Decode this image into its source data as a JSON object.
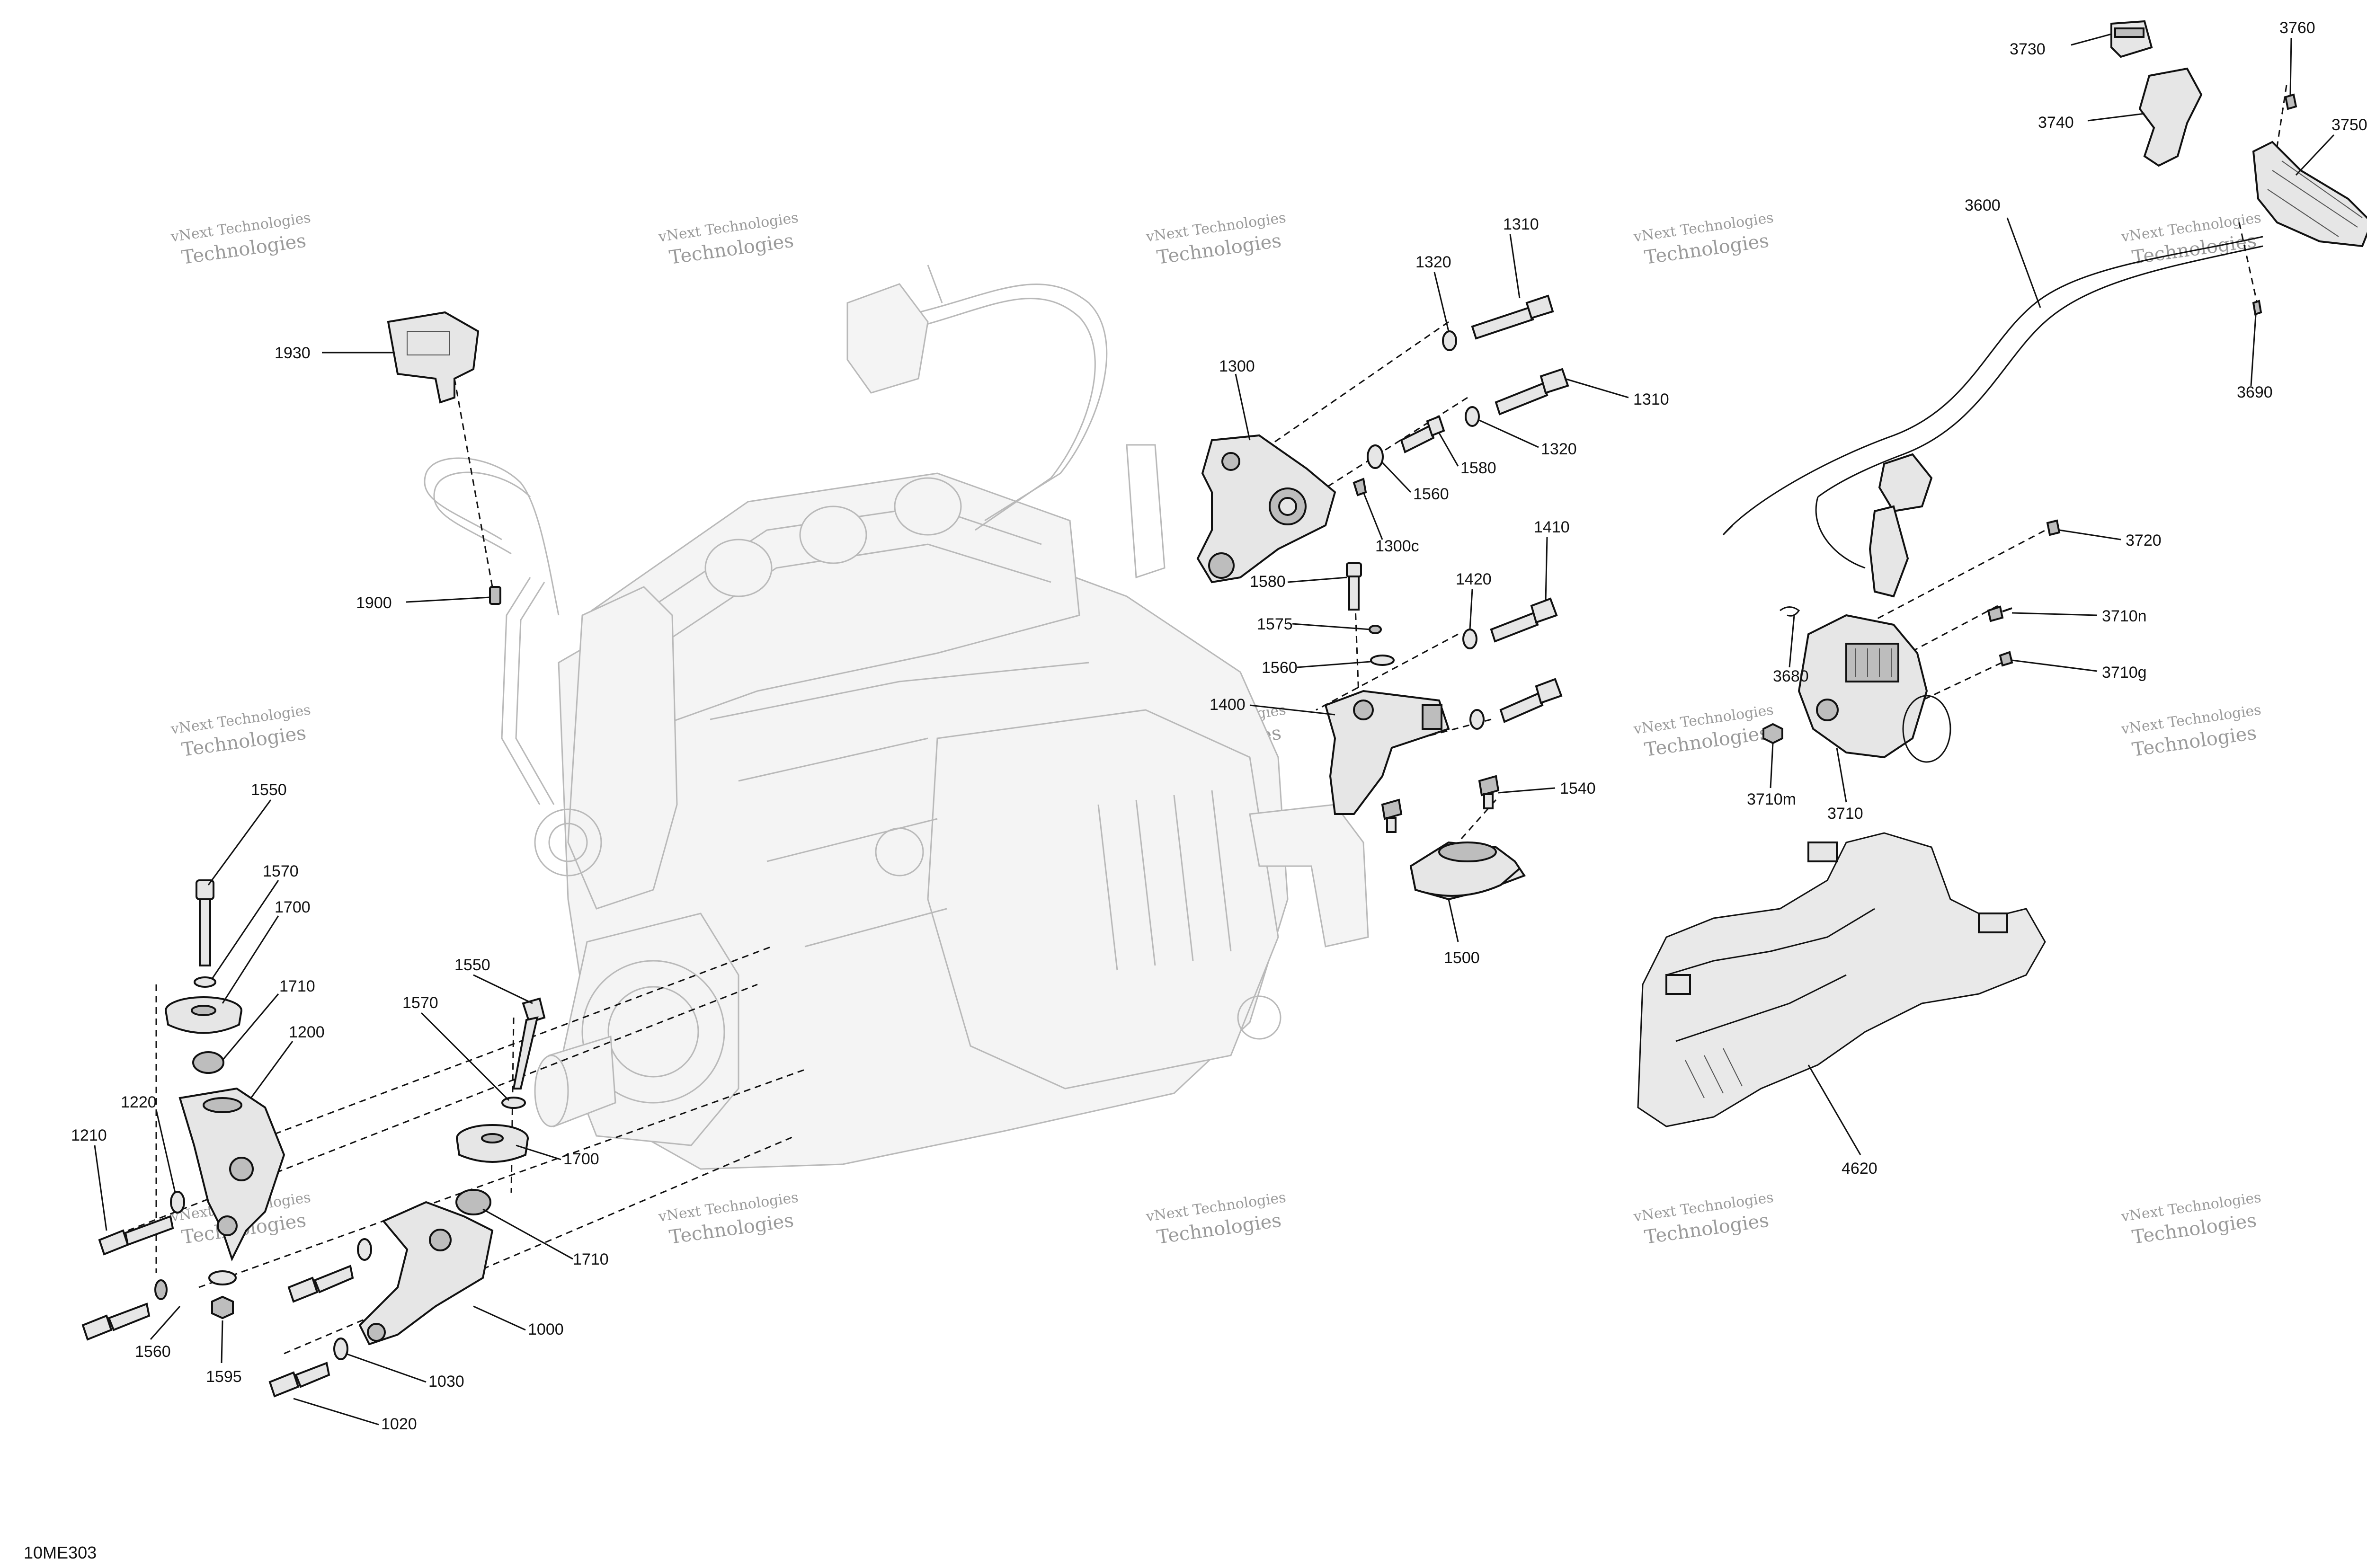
{
  "diagram": {
    "code": "10ME303",
    "watermark": {
      "line1": "vNext Technologies",
      "line2": "Technologies"
    },
    "callouts": [
      {
        "id": "c1930",
        "label": "1930"
      },
      {
        "id": "c1900",
        "label": "1900"
      },
      {
        "id": "c1550a",
        "label": "1550"
      },
      {
        "id": "c1570a",
        "label": "1570"
      },
      {
        "id": "c1700a",
        "label": "1700"
      },
      {
        "id": "c1710a",
        "label": "1710"
      },
      {
        "id": "c1200",
        "label": "1200"
      },
      {
        "id": "c1220",
        "label": "1220"
      },
      {
        "id": "c1210",
        "label": "1210"
      },
      {
        "id": "c1560a",
        "label": "1560"
      },
      {
        "id": "c1595",
        "label": "1595"
      },
      {
        "id": "c1550b",
        "label": "1550"
      },
      {
        "id": "c1570b",
        "label": "1570"
      },
      {
        "id": "c1700b",
        "label": "1700"
      },
      {
        "id": "c1710b",
        "label": "1710"
      },
      {
        "id": "c1000",
        "label": "1000"
      },
      {
        "id": "c1030",
        "label": "1030"
      },
      {
        "id": "c1020",
        "label": "1020"
      },
      {
        "id": "c1300",
        "label": "1300"
      },
      {
        "id": "c1320a",
        "label": "1320"
      },
      {
        "id": "c1310a",
        "label": "1310"
      },
      {
        "id": "c1310b",
        "label": "1310"
      },
      {
        "id": "c1320b",
        "label": "1320"
      },
      {
        "id": "c1580a",
        "label": "1580"
      },
      {
        "id": "c1560b",
        "label": "1560"
      },
      {
        "id": "c1300c",
        "label": "1300c"
      },
      {
        "id": "c1580b",
        "label": "1580"
      },
      {
        "id": "c1575",
        "label": "1575"
      },
      {
        "id": "c1560c",
        "label": "1560"
      },
      {
        "id": "c1400",
        "label": "1400"
      },
      {
        "id": "c1420",
        "label": "1420"
      },
      {
        "id": "c1410",
        "label": "1410"
      },
      {
        "id": "c1540",
        "label": "1540"
      },
      {
        "id": "c1500",
        "label": "1500"
      },
      {
        "id": "c3730",
        "label": "3730"
      },
      {
        "id": "c3760",
        "label": "3760"
      },
      {
        "id": "c3740",
        "label": "3740"
      },
      {
        "id": "c3750",
        "label": "3750"
      },
      {
        "id": "c3600",
        "label": "3600"
      },
      {
        "id": "c3690",
        "label": "3690"
      },
      {
        "id": "c3720",
        "label": "3720"
      },
      {
        "id": "c3710n",
        "label": "3710n"
      },
      {
        "id": "c3680",
        "label": "3680"
      },
      {
        "id": "c3710g",
        "label": "3710g"
      },
      {
        "id": "c3710m",
        "label": "3710m"
      },
      {
        "id": "c3710",
        "label": "3710"
      },
      {
        "id": "c4620",
        "label": "4620"
      }
    ]
  }
}
